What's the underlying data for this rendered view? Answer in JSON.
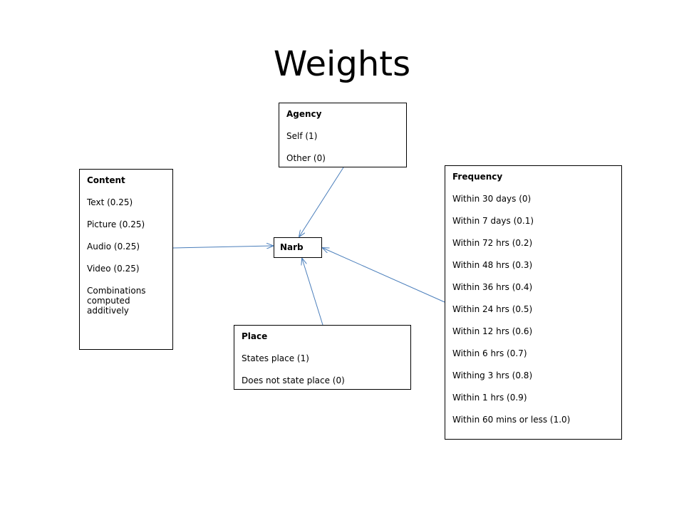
{
  "title": "Weights",
  "center": {
    "label": "Narb"
  },
  "agency": {
    "title": "Agency",
    "items": [
      "Self (1)",
      "Other (0)"
    ]
  },
  "content": {
    "title": "Content",
    "items": [
      "Text (0.25)",
      "Picture (0.25)",
      "Audio (0.25)",
      "Video (0.25)",
      "Combinations computed additively"
    ]
  },
  "frequency": {
    "title": "Frequency",
    "items": [
      "Within 30 days (0)",
      "Within 7 days (0.1)",
      "Within 72 hrs (0.2)",
      "Within 48 hrs (0.3)",
      "Within 36 hrs (0.4)",
      "Within 24 hrs (0.5)",
      "Within 12 hrs (0.6)",
      "Within 6 hrs (0.7)",
      "Withing 3 hrs (0.8)",
      "Within 1 hrs (0.9)",
      "Within 60 mins or less (1.0)"
    ]
  },
  "place": {
    "title": "Place",
    "items": [
      "States place (1)",
      "Does not state place (0)"
    ]
  },
  "colors": {
    "connector": "#4a7ebb",
    "border": "#000000"
  }
}
